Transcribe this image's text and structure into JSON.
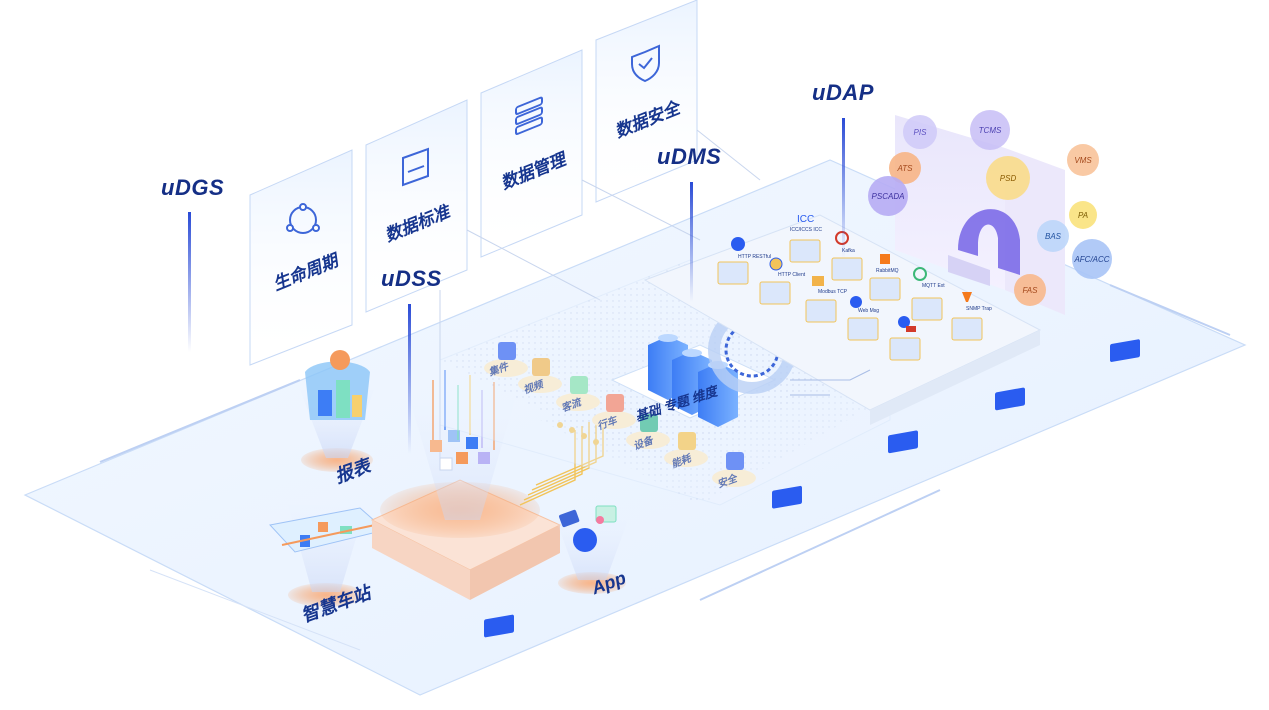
{
  "module_labels": {
    "udgs": "uDGS",
    "udss": "uDSS",
    "udms": "uDMS",
    "udap": "uDAP"
  },
  "governance_panels": [
    {
      "label": "生命周期",
      "icon": "lifecycle-icon"
    },
    {
      "label": "数据标准",
      "icon": "book-icon"
    },
    {
      "label": "数据管理",
      "icon": "server-icon"
    },
    {
      "label": "数据安全",
      "icon": "shield-icon"
    }
  ],
  "service_labels": {
    "report": "报表",
    "smart_station": "智慧车站",
    "app": "App"
  },
  "center_tower_label": "基础 专题 维度",
  "data_chips": [
    "集件",
    "视频",
    "客流",
    "行车",
    "设备",
    "能耗",
    "安全"
  ],
  "protocol_icons": [
    {
      "label": "ICC",
      "sub": "ICC/ICCS ICC"
    },
    {
      "label": "",
      "sub": "HTTP RESTful"
    },
    {
      "label": "",
      "sub": "Kafka"
    },
    {
      "label": "",
      "sub": "HTTP Client"
    },
    {
      "label": "",
      "sub": "RabbitMQ"
    },
    {
      "label": "",
      "sub": "Modbus TCP"
    },
    {
      "label": "",
      "sub": "MQTT Ext"
    },
    {
      "label": "",
      "sub": "Web Msg"
    },
    {
      "label": "",
      "sub": "SNMP Trap"
    }
  ],
  "system_bubbles": [
    {
      "label": "PIS",
      "color": "#b9b3f5"
    },
    {
      "label": "TCMS",
      "color": "#a99cf2"
    },
    {
      "label": "ATS",
      "color": "#f5a86a"
    },
    {
      "label": "PSD",
      "color": "#f7d06e"
    },
    {
      "label": "VMS",
      "color": "#f6b27a"
    },
    {
      "label": "PSCADA",
      "color": "#9a8ff0"
    },
    {
      "label": "PA",
      "color": "#f7d95e"
    },
    {
      "label": "BAS",
      "color": "#9fc3f6"
    },
    {
      "label": "AFC/ACC",
      "color": "#7da6f2"
    },
    {
      "label": "FAS",
      "color": "#f6a36e"
    }
  ],
  "colors": {
    "primary": "#17368f",
    "accent_blue": "#2a5cf0",
    "platform": "#e8f2ff",
    "orange": "#f59a5c",
    "gold": "#f2c45a"
  }
}
